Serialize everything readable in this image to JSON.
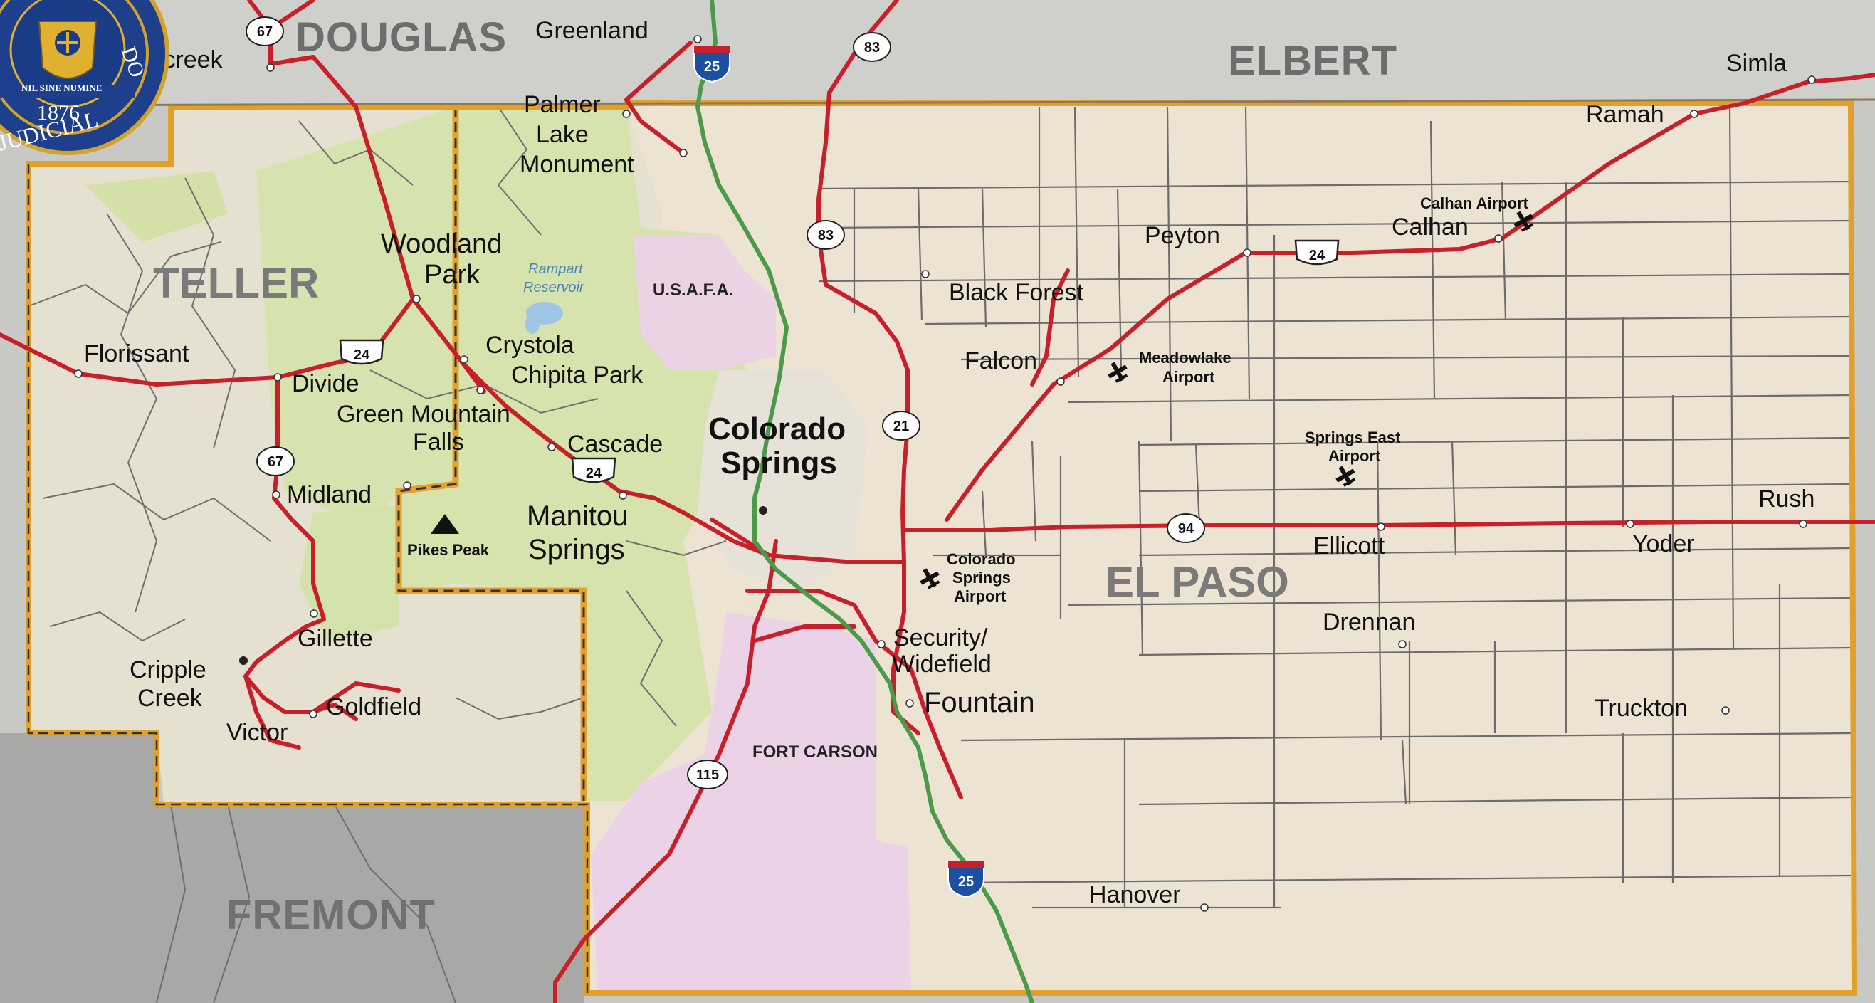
{
  "seal": {
    "text": "JUDICIAL",
    "year": "1876",
    "motto": "NIL SINE NUMINE",
    "partial_text": "DO",
    "icon": "colorado-seal-icon",
    "colors": {
      "ring": "#1d3f8c",
      "border": "#d2a22a",
      "center": "#1a3c86",
      "accent": "#e0b030"
    }
  },
  "counties": {
    "douglas": "DOUGLAS",
    "elbert": "ELBERT",
    "teller": "TELLER",
    "el_paso": "EL PASO",
    "fremont": "FREMONT"
  },
  "places": {
    "castlecreek": "tcreek",
    "greenland": "Greenland",
    "palmer_lake_1": "Palmer",
    "palmer_lake_2": "Lake",
    "monument": "Monument",
    "simla": "Simla",
    "ramah": "Ramah",
    "calhan": "Calhan",
    "calhan_airport": "Calhan Airport",
    "peyton": "Peyton",
    "woodland_park_1": "Woodland",
    "woodland_park_2": "Park",
    "rampart_1": "Rampart",
    "rampart_2": "Reservoir",
    "usafa": "U.S.A.F.A.",
    "black_forest": "Black Forest",
    "florissant": "Florissant",
    "divide": "Divide",
    "crystola": "Crystola",
    "chipita_park": "Chipita Park",
    "falcon": "Falcon",
    "meadowlake_1": "Meadowlake",
    "meadowlake_2": "Airport",
    "green_mountain_falls_1": "Green Mountain",
    "green_mountain_falls_2": "Falls",
    "cascade": "Cascade",
    "colorado_springs_1": "Colorado",
    "colorado_springs_2": "Springs",
    "springs_east_1": "Springs East",
    "springs_east_2": "Airport",
    "rush": "Rush",
    "midland": "Midland",
    "pikes_peak": "Pikes Peak",
    "manitou_springs_1": "Manitou",
    "manitou_springs_2": "Springs",
    "ellicott": "Ellicott",
    "yoder": "Yoder",
    "cos_airport_1": "Colorado",
    "cos_airport_2": "Springs",
    "cos_airport_3": "Airport",
    "gillette": "Gillette",
    "drennan": "Drennan",
    "security_1": "Security/",
    "security_2": "Widefield",
    "cripple_creek_1": "Cripple",
    "cripple_creek_2": "Creek",
    "fountain": "Fountain",
    "goldfield": "Goldfield",
    "truckton": "Truckton",
    "victor": "Victor",
    "fort_carson": "FORT CARSON",
    "hanover": "Hanover"
  },
  "shields": {
    "sh67_north": "67",
    "i25_north": "25",
    "us83_north": "83",
    "us83_mid": "83",
    "us24_east": "24",
    "us24_teller": "24",
    "us24_manitou": "24",
    "sh67_south": "67",
    "sh21": "21",
    "sh94": "94",
    "sh115": "115",
    "i25_south": "25"
  },
  "colors": {
    "plains": "#ece2d2",
    "forest": "#d9e6b4",
    "military": "#ecd2e6",
    "mountains": "#d0cfcc",
    "outside": "#c9c9c6",
    "road": "#c8202a",
    "interstate": "#4a9a4a",
    "boundary": "#e2a22d",
    "grid": "#707070"
  }
}
